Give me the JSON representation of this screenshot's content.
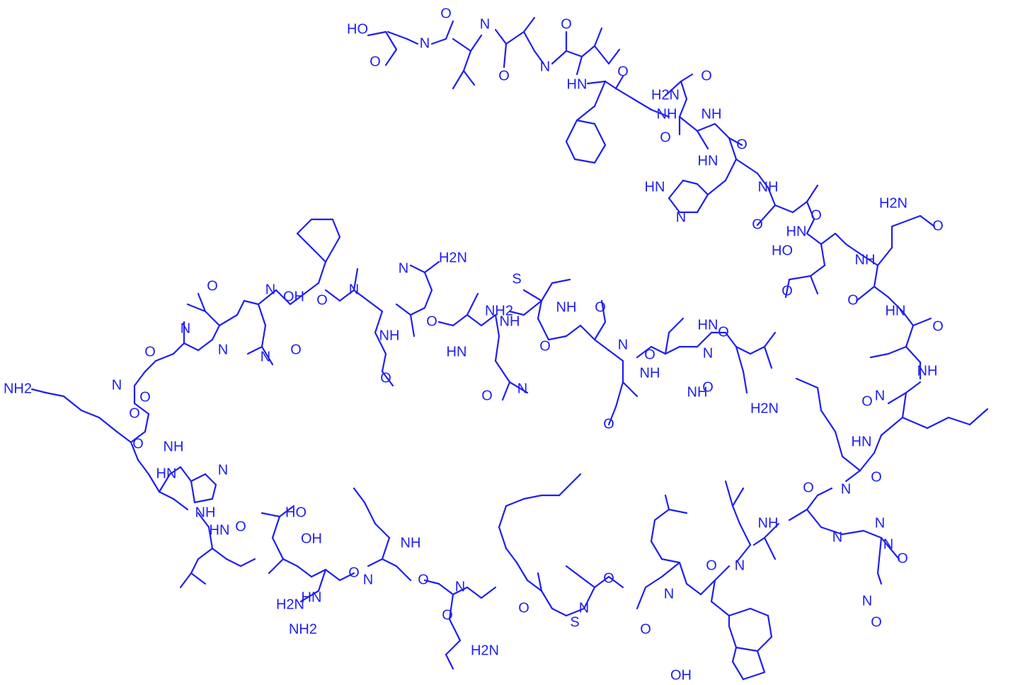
{
  "structure": {
    "color": "#1f1ff0",
    "labels": [
      "HO",
      "N",
      "O",
      "O",
      "N",
      "N",
      "O",
      "O",
      "HN",
      "O",
      "H2N",
      "O",
      "NH",
      "NH",
      "O",
      "HN",
      "O",
      "HN",
      "N",
      "NH",
      "O",
      "HN",
      "O",
      "H2N",
      "O",
      "HO",
      "NH",
      "O",
      "O",
      "HN",
      "O",
      "NH",
      "N",
      "HN",
      "O",
      "O",
      "N",
      "N",
      "O",
      "NH",
      "N",
      "N",
      "O",
      "N",
      "O",
      "N",
      "O",
      "N",
      "O",
      "OH",
      "N",
      "O",
      "S",
      "O",
      "N",
      "O",
      "H2N",
      "O",
      "NH",
      "O",
      "N",
      "H2N",
      "NH2",
      "H2N",
      "N",
      "O",
      "O",
      "O",
      "N",
      "NH",
      "HN",
      "NH",
      "O",
      "O",
      "NH",
      "N",
      "O",
      "HN",
      "NH2",
      "O",
      "NH",
      "H2N",
      "S",
      "O",
      "O",
      "NH",
      "N",
      "N",
      "O",
      "OH",
      "N",
      "O",
      "N",
      "N",
      "O",
      "N",
      "O",
      "O",
      "N",
      "O",
      "O",
      "NH",
      "HN",
      "NH",
      "N",
      "NH2",
      "HN",
      "HO",
      "O",
      "OH",
      "HN"
    ]
  }
}
